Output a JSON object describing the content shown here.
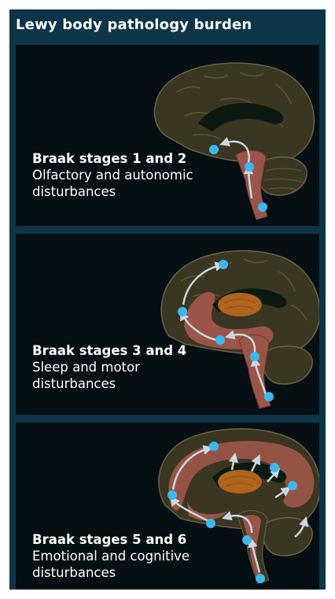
{
  "header": {
    "title": "Lewy body pathology burden"
  },
  "panels": [
    {
      "stage": "Braak stages 1 and 2",
      "line1": "Olfactory and autonomic",
      "line2": "disturbances"
    },
    {
      "stage": "Braak stages 3 and 4",
      "line1": "Sleep and motor",
      "line2": "disturbances"
    },
    {
      "stage": "Braak stages 5 and 6",
      "line1": "Emotional and cognitive",
      "line2": "disturbances"
    }
  ],
  "colors": {
    "frame": "#0d3547",
    "panel_bg": "#050f14",
    "brain": "#3a3622",
    "brain_outline": "#6a6244",
    "pathology": "#9a5548",
    "thalamus": "#b0641e",
    "dot": "#3cb8f0",
    "arrow": "#c8d8e0"
  },
  "icons": [
    "brain-sagittal-icon",
    "lesion-spot-icon",
    "spread-arrow-icon"
  ]
}
